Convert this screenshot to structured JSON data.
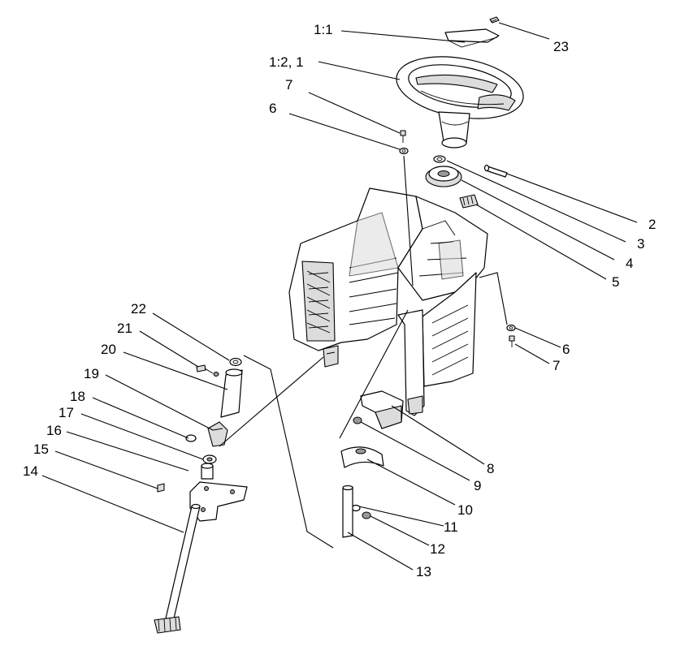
{
  "callouts": [
    {
      "id": "c-1-1",
      "label": "1:1"
    },
    {
      "id": "c-1-2-1",
      "label": "1:2, 1"
    },
    {
      "id": "c-23",
      "label": "23"
    },
    {
      "id": "c-7-top",
      "label": "7"
    },
    {
      "id": "c-6-top",
      "label": "6"
    },
    {
      "id": "c-2",
      "label": "2"
    },
    {
      "id": "c-3",
      "label": "3"
    },
    {
      "id": "c-4",
      "label": "4"
    },
    {
      "id": "c-5",
      "label": "5"
    },
    {
      "id": "c-6-right",
      "label": "6"
    },
    {
      "id": "c-7-right",
      "label": "7"
    },
    {
      "id": "c-22",
      "label": "22"
    },
    {
      "id": "c-21",
      "label": "21"
    },
    {
      "id": "c-20",
      "label": "20"
    },
    {
      "id": "c-19",
      "label": "19"
    },
    {
      "id": "c-18",
      "label": "18"
    },
    {
      "id": "c-17",
      "label": "17"
    },
    {
      "id": "c-16",
      "label": "16"
    },
    {
      "id": "c-15",
      "label": "15"
    },
    {
      "id": "c-14",
      "label": "14"
    },
    {
      "id": "c-8",
      "label": "8"
    },
    {
      "id": "c-9",
      "label": "9"
    },
    {
      "id": "c-10",
      "label": "10"
    },
    {
      "id": "c-11",
      "label": "11"
    },
    {
      "id": "c-12",
      "label": "12"
    },
    {
      "id": "c-13",
      "label": "13"
    }
  ]
}
